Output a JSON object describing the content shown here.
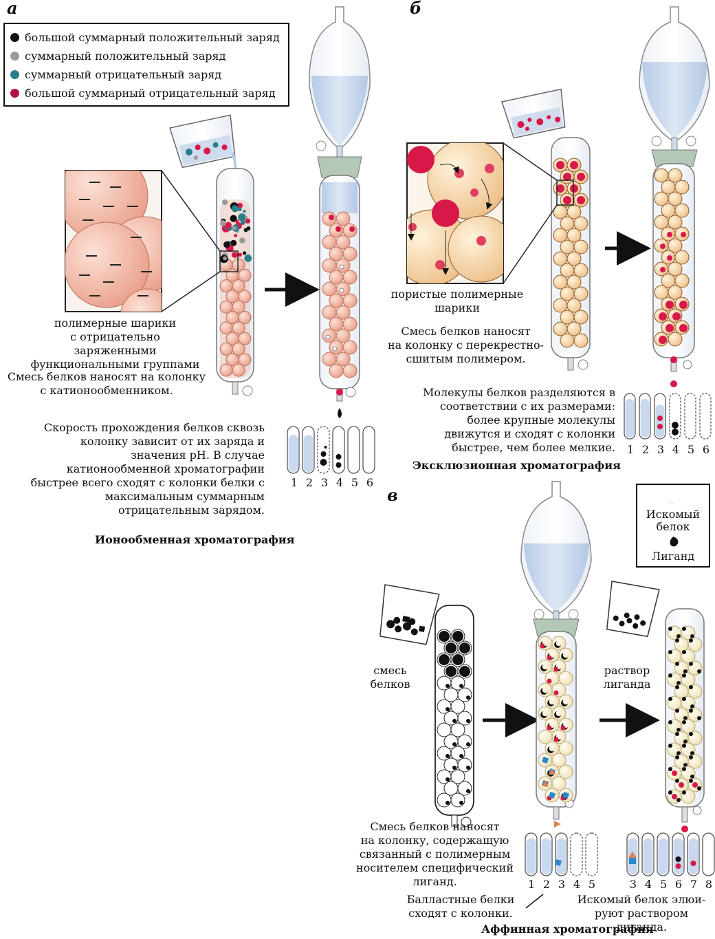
{
  "panels": {
    "a": {
      "letter": "а",
      "legend": [
        {
          "label": "большой суммарный положительный заряд",
          "color": "#111111"
        },
        {
          "label": "суммарный положительный заряд",
          "color": "#9a9a9a"
        },
        {
          "label": "суммарный отрицательный заряд",
          "color": "#2a7e8a"
        },
        {
          "label": "большой суммарный отрицательный заряд",
          "color": "#b01040"
        }
      ],
      "bead_caption": "полимерные шарики\nс отрицательно заряженными\nфункциональными группами",
      "loading_caption": "Смесь белков наносят на колонку\nс катионообменником.",
      "explanation": "Скорость прохождения белков сквозь\nколонку зависит от их заряда и\nзначения pH. В случае\nкатионообменной хроматографии\nбыстрее всего сходят с колонки белки с\nмаксимальным суммарным\nотрицательным зарядом.",
      "title": "Ионообменная хроматография",
      "tube_numbers": [
        "1",
        "2",
        "3",
        "4",
        "5",
        "6"
      ]
    },
    "b": {
      "letter": "б",
      "bead_caption": "пористые полимерные\nшарики",
      "loading_caption": "Смесь белков наносят\nна колонку с перекрестно-\nсшитым полимером.",
      "explanation": "Молекулы белков разделяются в\nсоответствии с их размерами:\nболее крупные молекулы\nдвижутся и сходят с колонки\nбыстрее, чем более мелкие.",
      "title": "Эксклюзионная хроматография",
      "tube_numbers": [
        "1",
        "2",
        "3",
        "4",
        "5",
        "6"
      ]
    },
    "c": {
      "letter": "в",
      "legend": {
        "target": "Искомый\nбелок",
        "ligand": "Лиганд"
      },
      "mix_label": "смесь\nбелков",
      "ligand_solution_label": "раствор\nлиганда",
      "loading_caption": "Смесь белков наносят\nна колонку, содержащую\nсвязанный с полимерным\nносителем специфический\nлиганд.",
      "ballast_caption": "Балластные белки\nсходят с колонки.",
      "elution_caption": "Искомый белок элюи-\nруют раствором лиганда.",
      "title": "Аффинная хроматография",
      "tube_numbers_1": [
        "1",
        "2",
        "3",
        "4",
        "5"
      ],
      "tube_numbers_2": [
        "3",
        "4",
        "5",
        "6",
        "7",
        "8"
      ]
    }
  },
  "colors": {
    "bead_pink": "#f2b8a6",
    "bead_cream": "#f7e0b8",
    "liquid_blue": "#c8d8ee",
    "accent_red": "#d81848"
  }
}
